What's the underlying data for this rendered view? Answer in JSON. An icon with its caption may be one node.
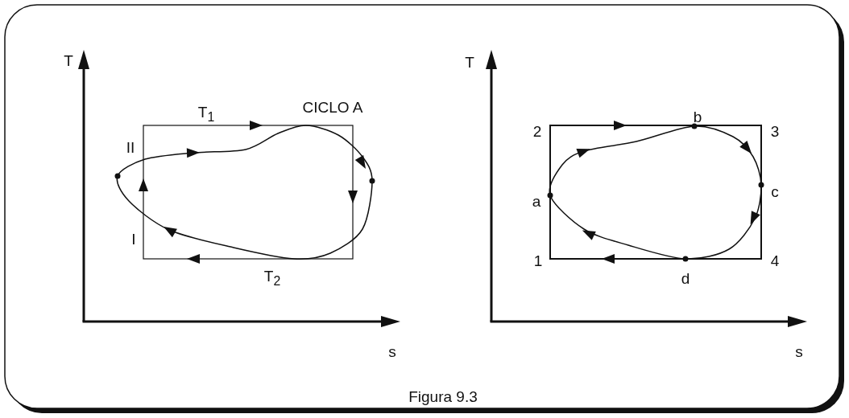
{
  "diagram": {
    "caption": "Figura 9.3",
    "labels": [
      "T",
      "T",
      "CICLO A",
      "T$_{1}$",
      "b",
      "2",
      "3",
      "II",
      "a",
      "c",
      "I",
      "1",
      "4",
      "T$_{2}$",
      "d",
      "s",
      "s"
    ]
  }
}
